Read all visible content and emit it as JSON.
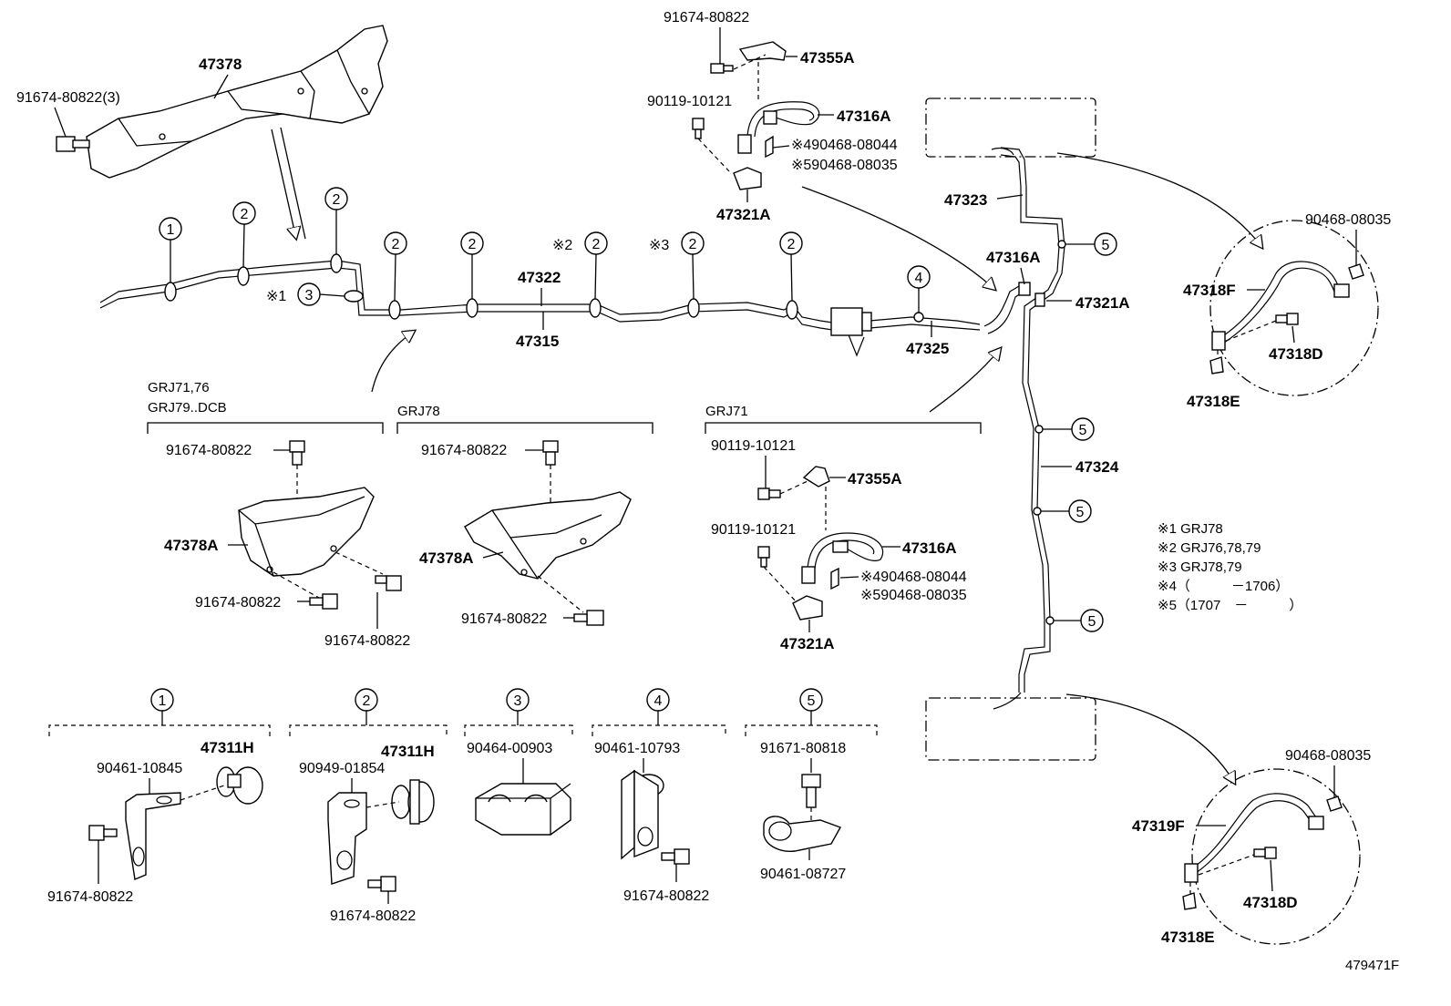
{
  "parts": {
    "p47378": "47378",
    "p91674_80822_3": "91674-80822(3)",
    "p91674_80822": "91674-80822",
    "p47355A": "47355A",
    "p90119_10121": "90119-10121",
    "p47316A": "47316A",
    "p90468_08044_n4": "※490468-08044",
    "p90468_08035_n5": "※590468-08035",
    "p47321A": "47321A",
    "p47323": "47323",
    "p47322": "47322",
    "p47315": "47315",
    "p47325": "47325",
    "p90468_08035": "90468-08035",
    "p47318F": "47318F",
    "p47318D": "47318D",
    "p47318E": "47318E",
    "p47324": "47324",
    "p47378A": "47378A",
    "p47311H": "47311H",
    "p90461_10845": "90461-10845",
    "p90949_01854": "90949-01854",
    "p90464_00903": "90464-00903",
    "p90461_10793": "90461-10793",
    "p91671_80818": "91671-80818",
    "p90461_08727": "90461-08727",
    "p47319F": "47319F"
  },
  "variants": {
    "grj71_76": "GRJ71,76",
    "grj79_dcb": "GRJ79..DCB",
    "grj78": "GRJ78",
    "grj71": "GRJ71"
  },
  "callouts": {
    "c1": "1",
    "c2": "2",
    "c3": "3",
    "c4": "4",
    "c5": "5"
  },
  "markers": {
    "m1": "※1",
    "m2": "※2",
    "m3": "※3"
  },
  "notes": {
    "n1": "※1 GRJ78",
    "n2": "※2 GRJ76,78,79",
    "n3": "※3 GRJ78,79",
    "n4": "※4（　　　－1706）",
    "n5": "※5（1707　－　　　）"
  },
  "diagram_id": "479471F"
}
